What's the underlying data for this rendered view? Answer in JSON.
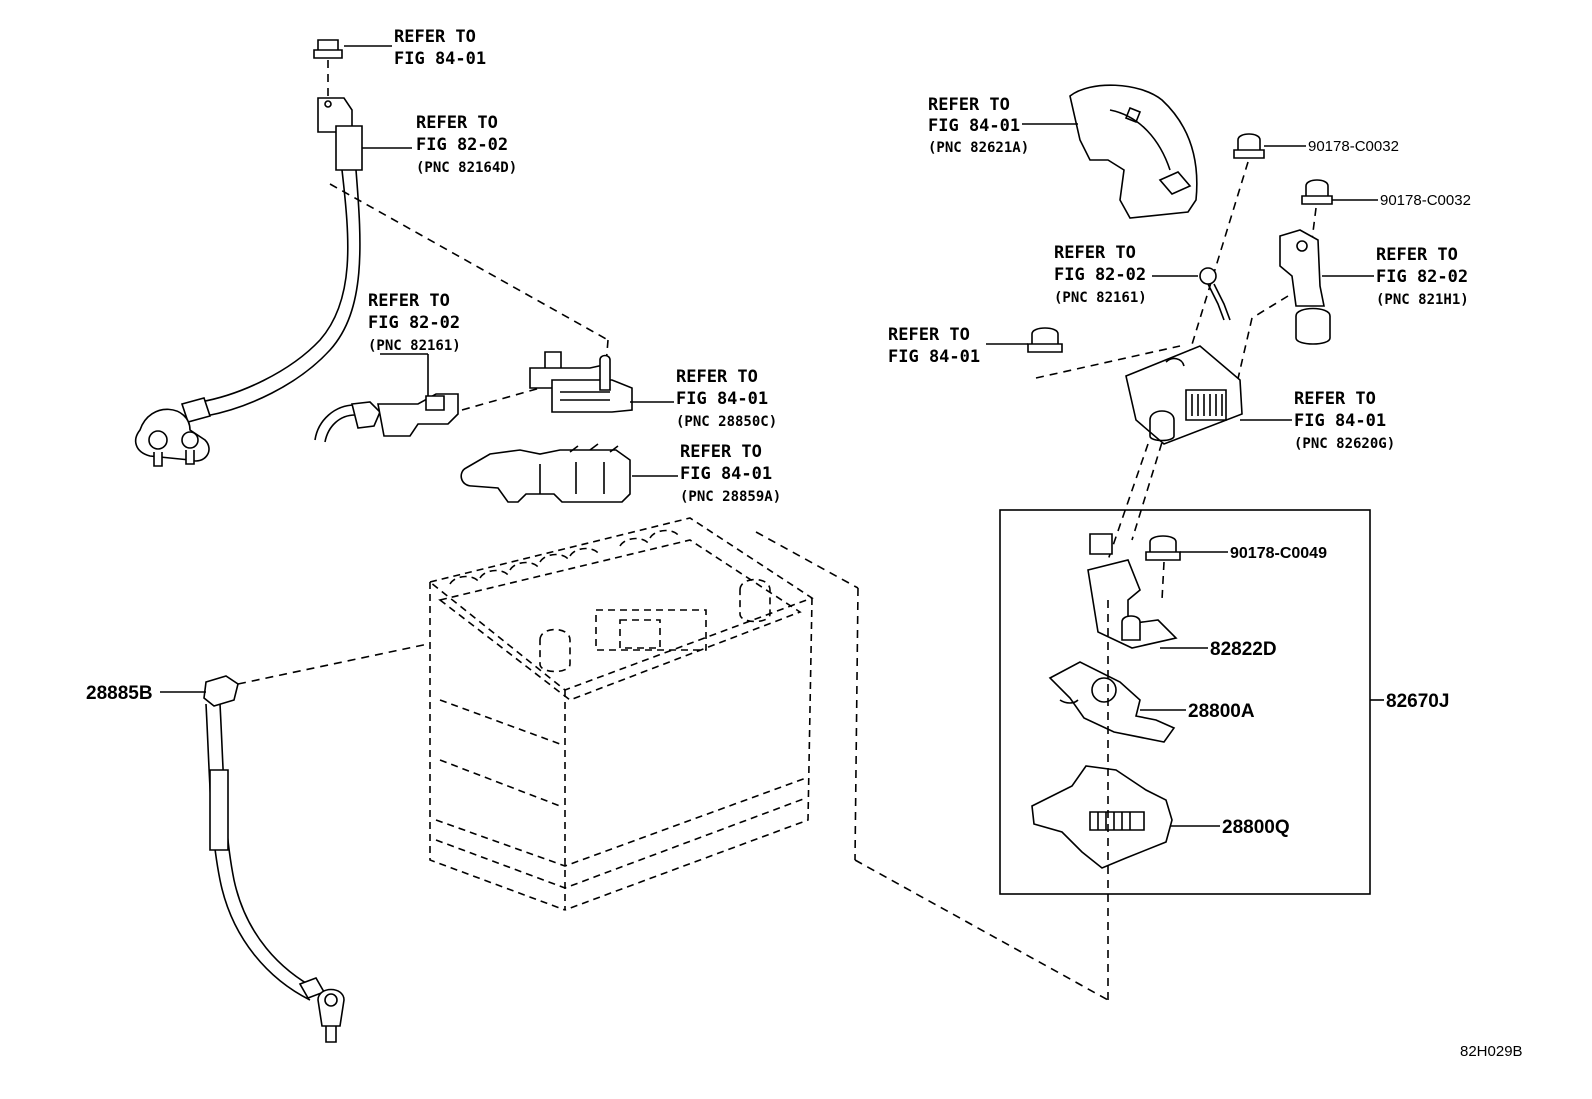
{
  "labels": {
    "top_bolt_ref": [
      "REFER TO",
      "FIG 84-01"
    ],
    "cable_pos_ref": [
      "REFER TO",
      "FIG 82-02",
      "(PNC 82164D)"
    ],
    "cable_mid_ref": [
      "REFER TO",
      "FIG 82-02",
      "(PNC 82161)"
    ],
    "fuse_box_ref": [
      "REFER TO",
      "FIG 84-01",
      "(PNC 28850C)"
    ],
    "clamp_ref": [
      "REFER TO",
      "FIG 84-01",
      "(PNC 28859A)"
    ],
    "cover_ref": [
      "REFER TO",
      "FIG 84-01",
      "(PNC 82621A)"
    ],
    "bolt_a": "90178-C0032",
    "bolt_b": "90178-C0032",
    "wire_ref": [
      "REFER TO",
      "FIG 82-02",
      "(PNC 82161)"
    ],
    "bracket_ref": [
      "REFER TO",
      "FIG 82-02",
      "(PNC 821H1)"
    ],
    "nut_ref": [
      "REFER TO",
      "FIG 84-01"
    ],
    "block_ref": [
      "REFER TO",
      "FIG 84-01",
      "(PNC 82620G)"
    ],
    "bolt_c": "90178-C0049",
    "part_82822d": "82822D",
    "part_28800a": "28800A",
    "part_28800q": "28800Q",
    "part_82670j": "82670J",
    "part_28885b": "28885B",
    "diagram_code": "82H029B"
  }
}
